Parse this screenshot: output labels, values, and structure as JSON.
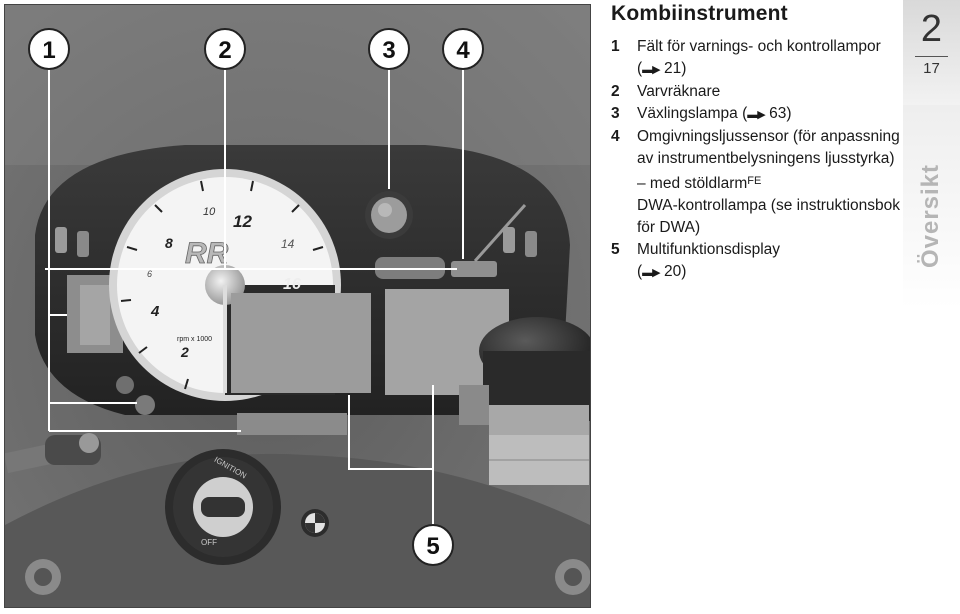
{
  "title": "Kombiinstrument",
  "callout_numbers": [
    "1",
    "2",
    "3",
    "4",
    "5"
  ],
  "legend": [
    {
      "num": "1",
      "text": "Fält för varnings- och kontrollampor",
      "ref": "21"
    },
    {
      "num": "2",
      "text": "Varvräknare"
    },
    {
      "num": "3",
      "text": "Växlingslampa",
      "ref": "63"
    },
    {
      "num": "4",
      "text": "Omgivningsljussensor (för anpassning av instrumentbelysningens ljusstyrka)",
      "sub": "– med stöldlarm",
      "sub_sup": "FE",
      "sub2": "DWA-kontrollampa (se instruktionsbok för DWA)"
    },
    {
      "num": "5",
      "text": "Multifunktionsdisplay",
      "ref": "20"
    }
  ],
  "ref_prefix": "(",
  "ref_suffix": ")",
  "chapter": "2",
  "page_number": "17",
  "section": "Översikt",
  "tacho": {
    "labels": [
      "2",
      "4",
      "6",
      "8",
      "10",
      "12",
      "14",
      "16"
    ],
    "unit": "rpm x 1000",
    "logo": "RR"
  },
  "ignition": {
    "label_top": "IGNITION",
    "label_off": "OFF"
  },
  "colors": {
    "tab_gradient_top": "#d9d9d9",
    "section_text": "#b5b5b5",
    "callout_fill": "#ffffff"
  }
}
